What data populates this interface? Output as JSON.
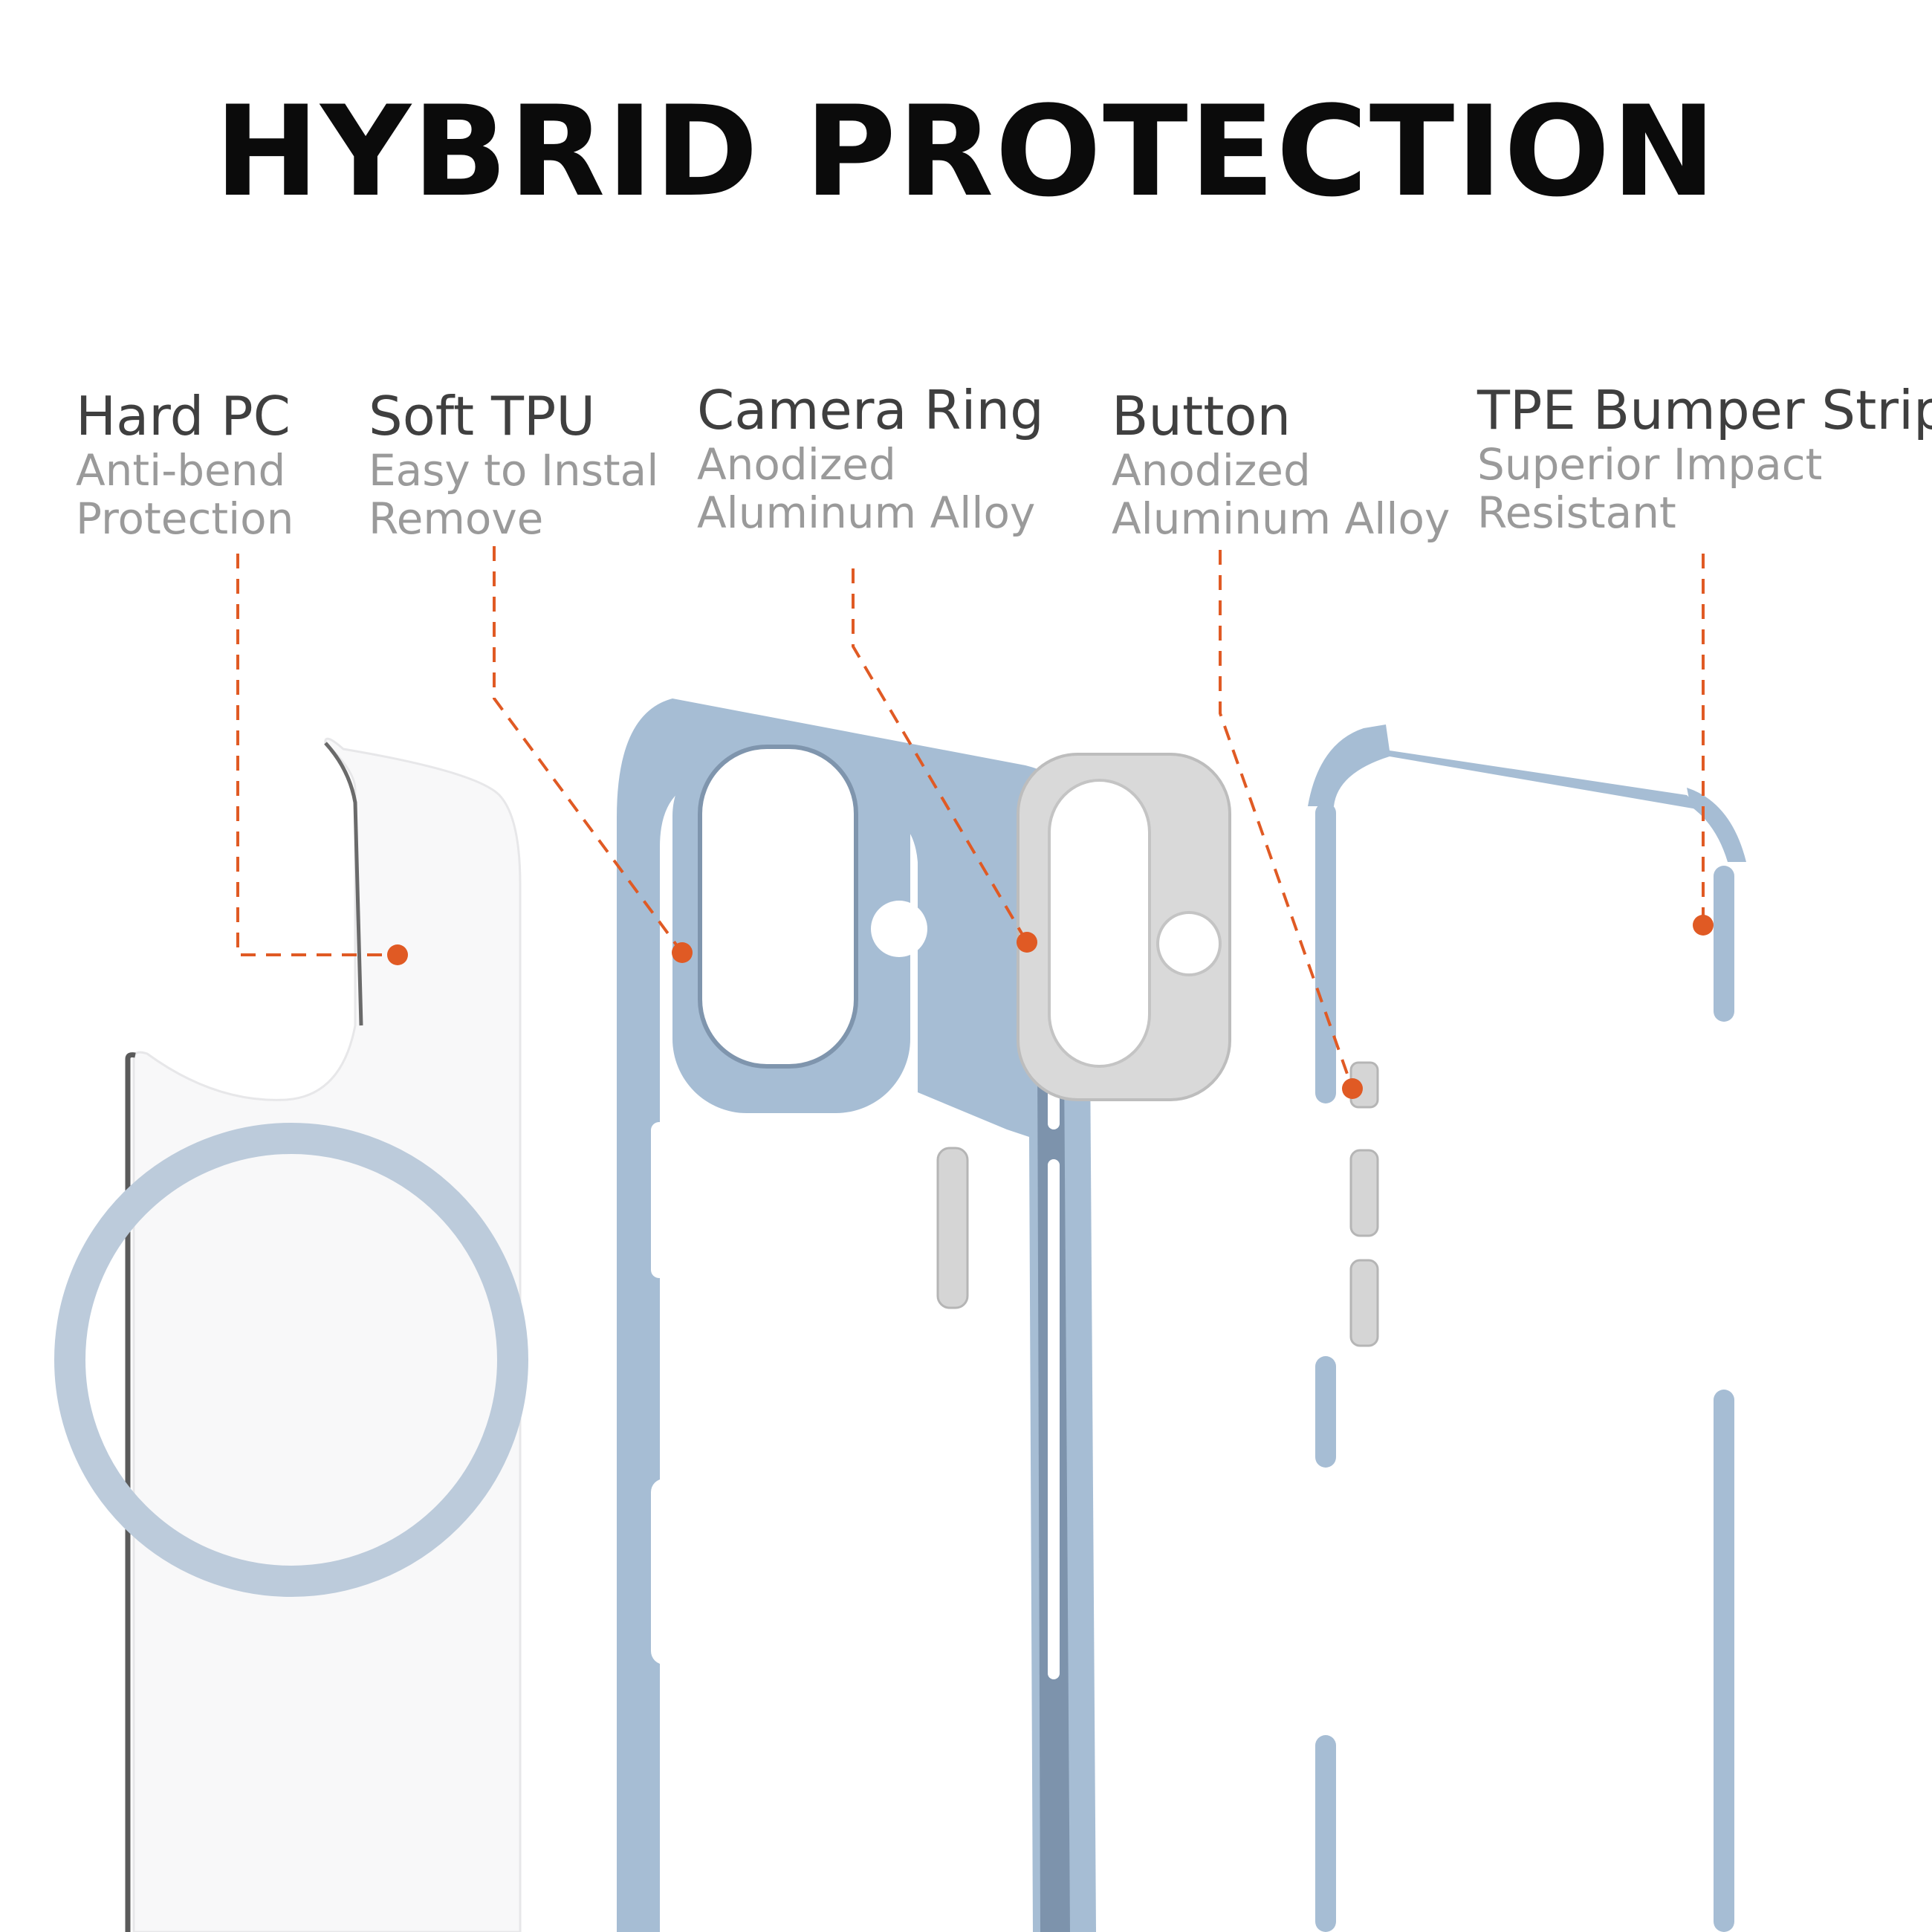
{
  "title": "HYBRID PROTECTION",
  "labels": [
    {
      "heading": "Hard PC",
      "lines": [
        "Anti-bend",
        "Protection"
      ]
    },
    {
      "heading": "Soft TPU",
      "lines": [
        "Easy to Instal",
        "Remove"
      ]
    },
    {
      "heading": "Camera Ring",
      "lines": [
        "Anodized",
        "Aluminum Alloy"
      ]
    },
    {
      "heading": "Button",
      "lines": [
        "Anodized",
        "Aluminum Alloy"
      ]
    },
    {
      "heading": "TPE Bumper Strip",
      "lines": [
        "Superior Impact",
        "Resistant"
      ]
    }
  ],
  "colors": {
    "accent": "#e05a24",
    "bumper_blue": "#a6bdd4",
    "aluminum": "#d9d9d9",
    "magsafe_ring": "#bccbdb"
  }
}
